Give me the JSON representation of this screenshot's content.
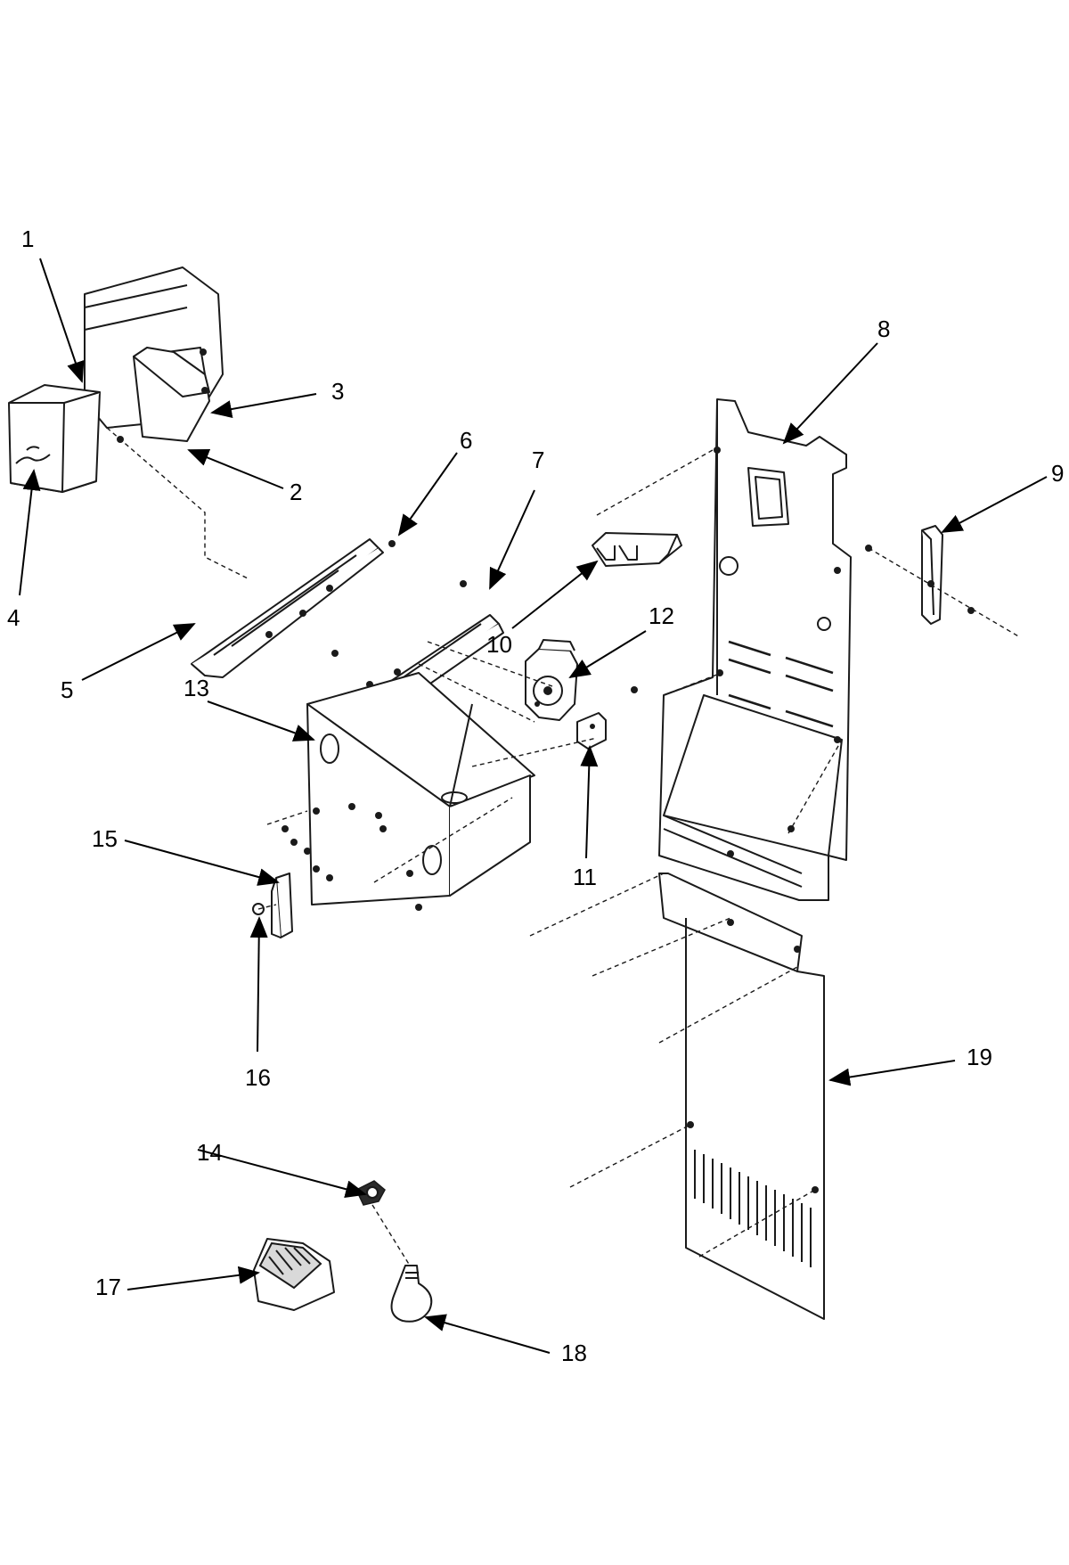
{
  "callouts": [
    {
      "id": 1,
      "text": "1"
    },
    {
      "id": 2,
      "text": "2"
    },
    {
      "id": 3,
      "text": "3"
    },
    {
      "id": 4,
      "text": "4"
    },
    {
      "id": 5,
      "text": "5"
    },
    {
      "id": 6,
      "text": "6"
    },
    {
      "id": 7,
      "text": "7"
    },
    {
      "id": 8,
      "text": "8"
    },
    {
      "id": 9,
      "text": "9"
    },
    {
      "id": 10,
      "text": "10"
    },
    {
      "id": 11,
      "text": "11"
    },
    {
      "id": 12,
      "text": "12"
    },
    {
      "id": 13,
      "text": "13"
    },
    {
      "id": 14,
      "text": "14"
    },
    {
      "id": 15,
      "text": "15"
    },
    {
      "id": 16,
      "text": "16"
    },
    {
      "id": 17,
      "text": "17"
    },
    {
      "id": 18,
      "text": "18"
    },
    {
      "id": 19,
      "text": "19"
    }
  ]
}
